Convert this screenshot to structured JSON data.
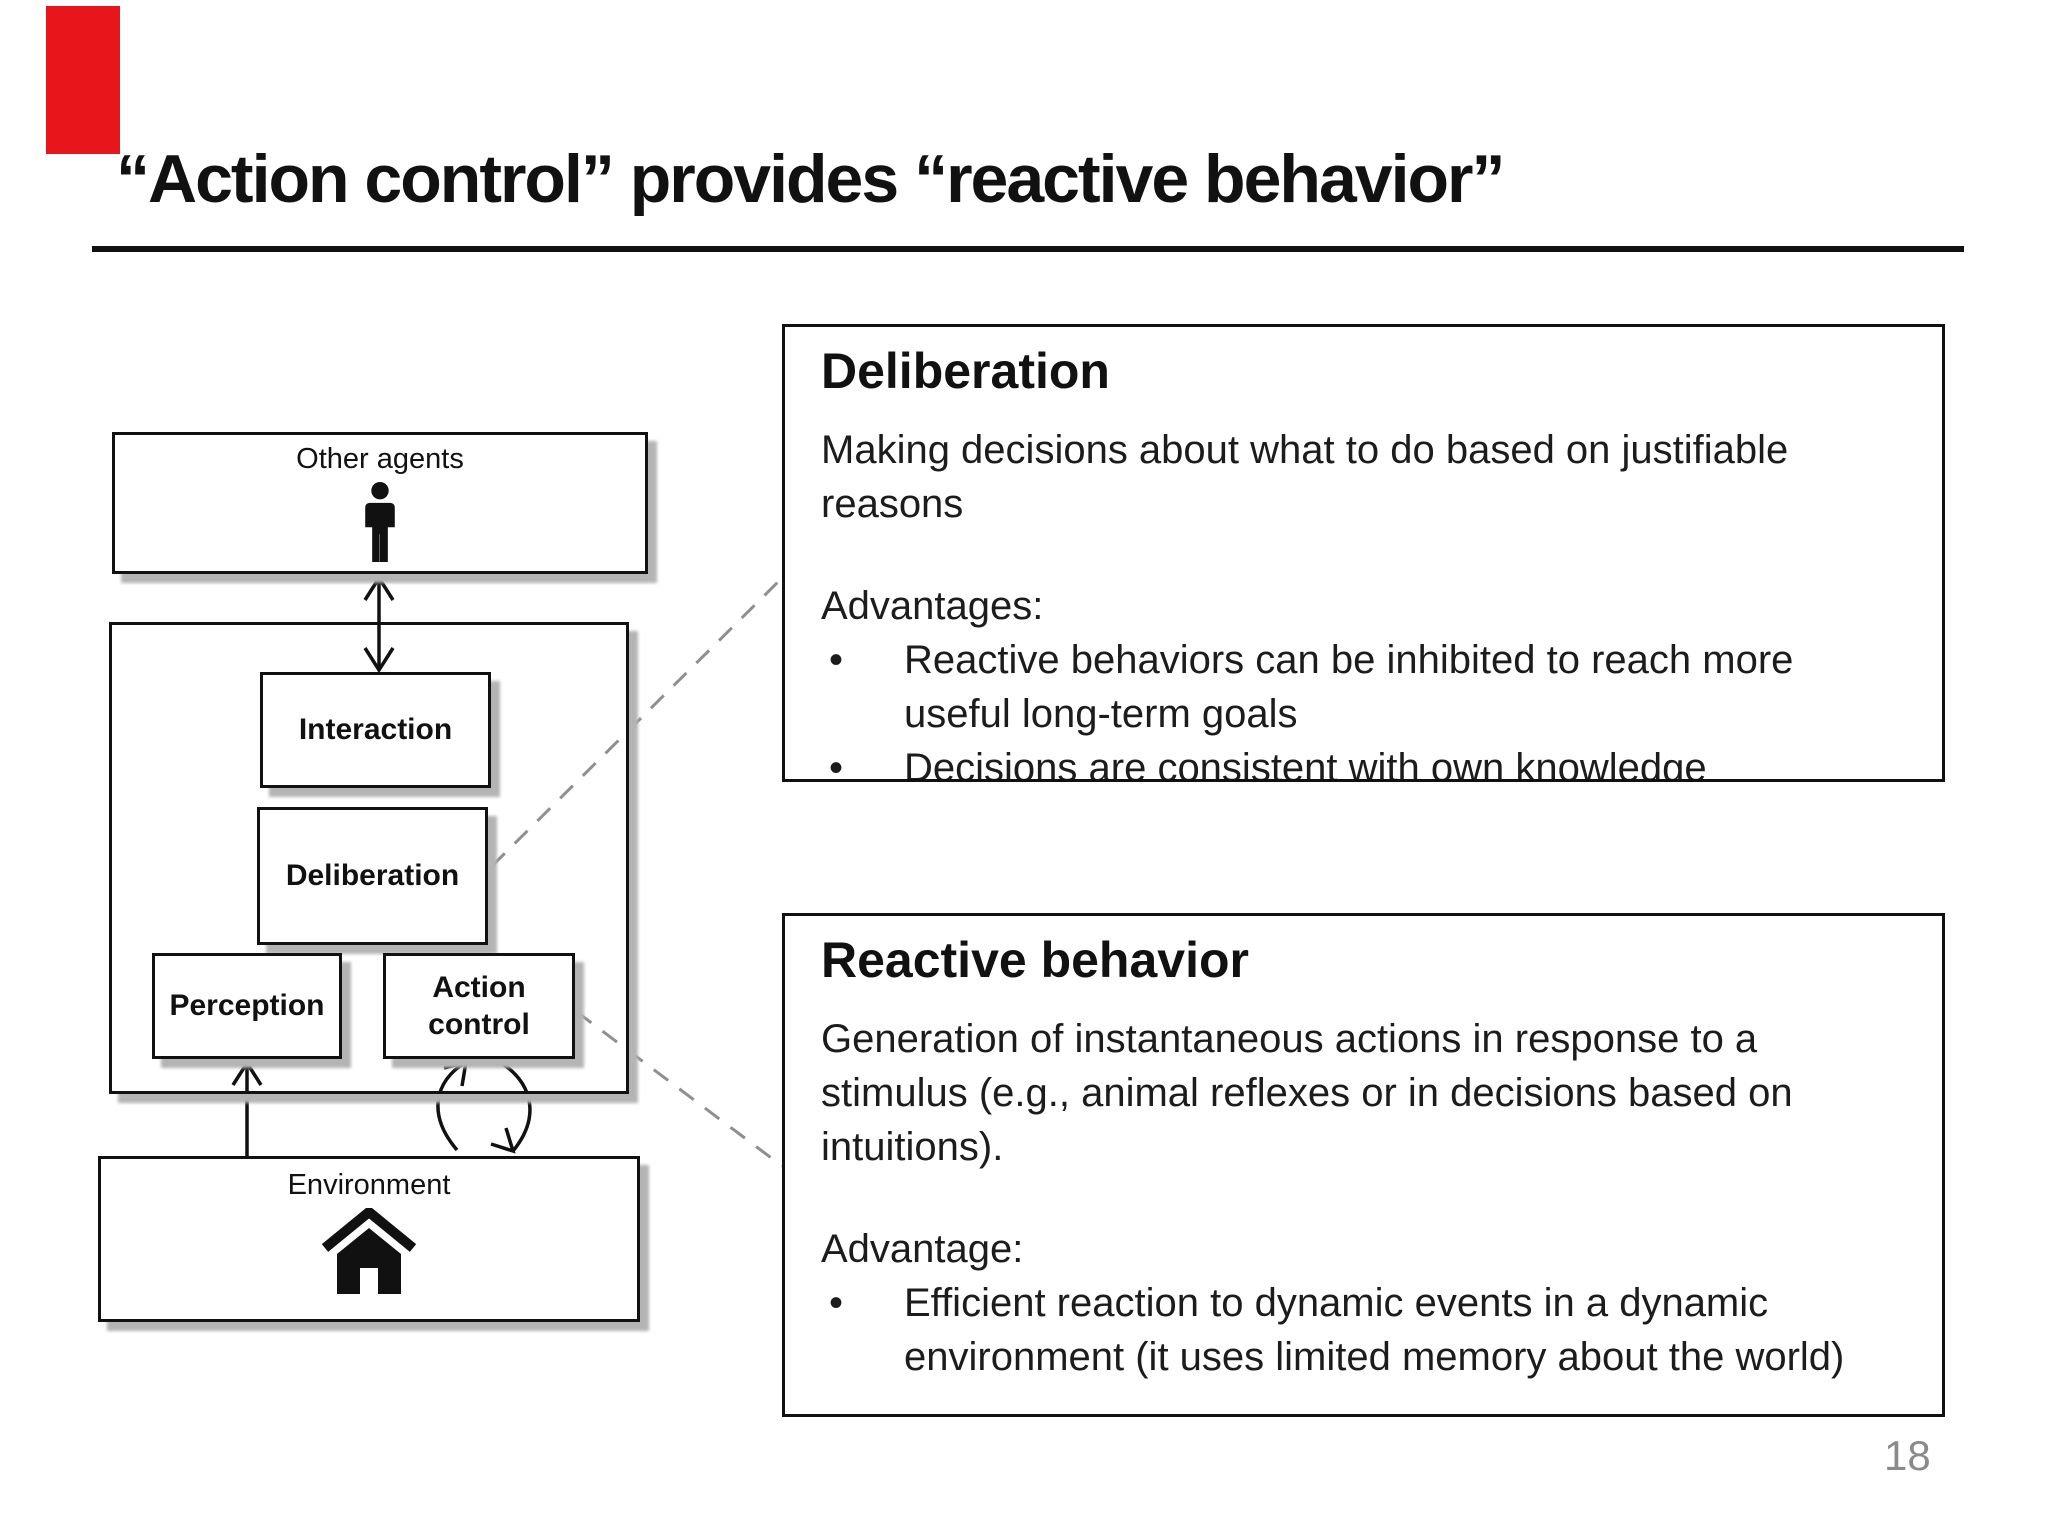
{
  "slide": {
    "title": "“Action control” provides “reactive behavior”",
    "page_number": "18",
    "accent_color": "#e8151a",
    "line_color": "#111111",
    "dashed_connector_color": "#8f8f8f"
  },
  "diagram": {
    "other_agents_label": "Other agents",
    "interaction_label": "Interaction",
    "deliberation_label": "Deliberation",
    "perception_label": "Perception",
    "action_control_label": "Action control",
    "environment_label": "Environment"
  },
  "deliberation_panel": {
    "title": "Deliberation",
    "description": "Making decisions about what to do based on justifiable reasons",
    "advantages_label": "Advantages:",
    "bullet_char": "•",
    "advantages": [
      "Reactive behaviors can be inhibited to reach more useful long-term goals",
      "Decisions are consistent with own knowledge"
    ]
  },
  "reactive_panel": {
    "title": "Reactive behavior",
    "description": "Generation of instantaneous actions in response to a stimulus (e.g., animal reflexes or in decisions based on intuitions).",
    "advantage_label": "Advantage:",
    "bullet_char": "•",
    "advantages": [
      "Efficient reaction to dynamic events in a dynamic environment (it uses limited memory about the world)"
    ]
  }
}
